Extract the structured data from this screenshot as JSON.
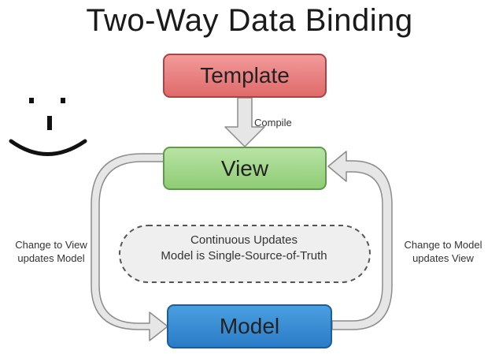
{
  "title": "Two-Way Data Binding",
  "boxes": {
    "template": "Template",
    "view": "View",
    "model": "Model"
  },
  "compile_label": "Compile",
  "left_label": {
    "line1": "Change to View",
    "line2": "updates Model"
  },
  "right_label": {
    "line1": "Change to Model",
    "line2": "updates View"
  },
  "center": {
    "line1": "Continuous Updates",
    "line2": "Model is Single-Source-of-Truth"
  },
  "colors": {
    "template": "#e57373",
    "view": "#9ed687",
    "model": "#3a8fd6"
  }
}
